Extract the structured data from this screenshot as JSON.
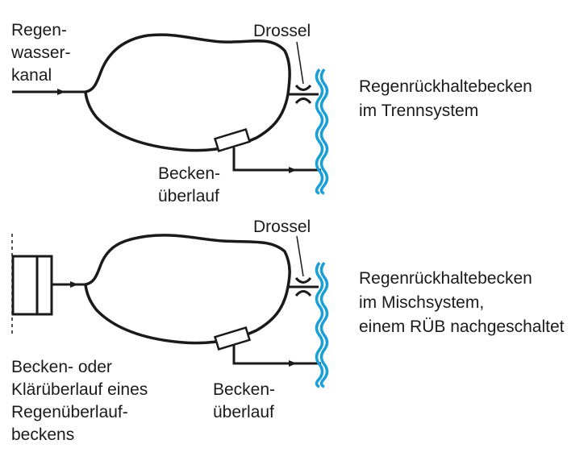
{
  "diagram_top": {
    "inlet_label": [
      "Regen-",
      "wasser-",
      "kanal"
    ],
    "throttle_label": "Drossel",
    "overflow_label": [
      "Becken-",
      "überlauf"
    ],
    "description": [
      "Regenrückhaltebecken",
      "im Trennsystem"
    ]
  },
  "diagram_bottom": {
    "inlet_label": [
      "Becken- oder",
      "Klärüberlauf eines",
      "Regenüberlauf-",
      "beckens"
    ],
    "throttle_label": "Drossel",
    "overflow_label": [
      "Becken-",
      "überlauf"
    ],
    "description": [
      "Regenrückhaltebecken",
      "im Mischsystem,",
      "einem RÜB nachgeschaltet"
    ]
  },
  "colors": {
    "water": "#1a9fd8",
    "ink": "#1a1a1a"
  }
}
